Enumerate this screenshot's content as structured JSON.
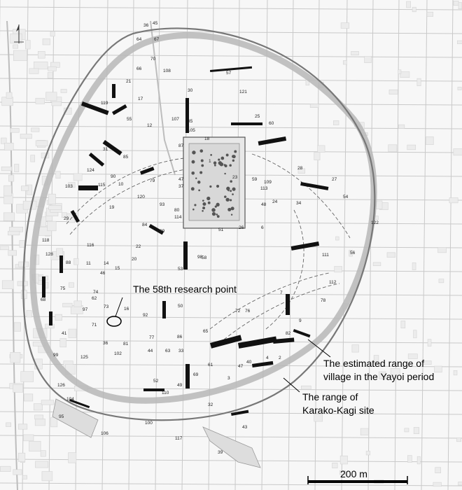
{
  "map": {
    "callouts": {
      "research_point": "The 58th research point",
      "yayoi_line1": "The estimated range of",
      "yayoi_line2": "village in the Yayoi period",
      "site_line1": "The range of",
      "site_line2": "Karako-Kagi site"
    },
    "scale_label": "200 m",
    "point_labels": [
      "36",
      "45",
      "64",
      "67",
      "66",
      "70",
      "108",
      "57",
      "21",
      "30",
      "17",
      "119",
      "55",
      "107",
      "35",
      "12",
      "121",
      "25",
      "60",
      "105",
      "87",
      "18",
      "1",
      "23",
      "47",
      "31",
      "85",
      "90",
      "124",
      "115",
      "103",
      "10",
      "79",
      "37",
      "59",
      "113",
      "109",
      "28",
      "27",
      "54",
      "19",
      "120",
      "93",
      "80",
      "48",
      "24",
      "34",
      "29",
      "84",
      "89",
      "114",
      "51",
      "26",
      "6",
      "122",
      "118",
      "116",
      "22",
      "53",
      "58",
      "56",
      "128",
      "88",
      "11",
      "14",
      "46",
      "20",
      "15",
      "98",
      "111",
      "75",
      "62",
      "74",
      "73",
      "112",
      "78",
      "68",
      "97",
      "16",
      "92",
      "50",
      "72",
      "76",
      "7",
      "9",
      "41",
      "81",
      "77",
      "86",
      "65",
      "82",
      "36",
      "44",
      "63",
      "99",
      "125",
      "102",
      "33",
      "61",
      "47",
      "40",
      "4",
      "2",
      "126",
      "52",
      "110",
      "49",
      "3",
      "69",
      "104",
      "32",
      "95",
      "106",
      "100",
      "117",
      "43",
      "39",
      "71"
    ],
    "colors": {
      "yayoi_ring": "#b7b7b7",
      "site_ring": "#777777",
      "trench": "#111111"
    }
  }
}
